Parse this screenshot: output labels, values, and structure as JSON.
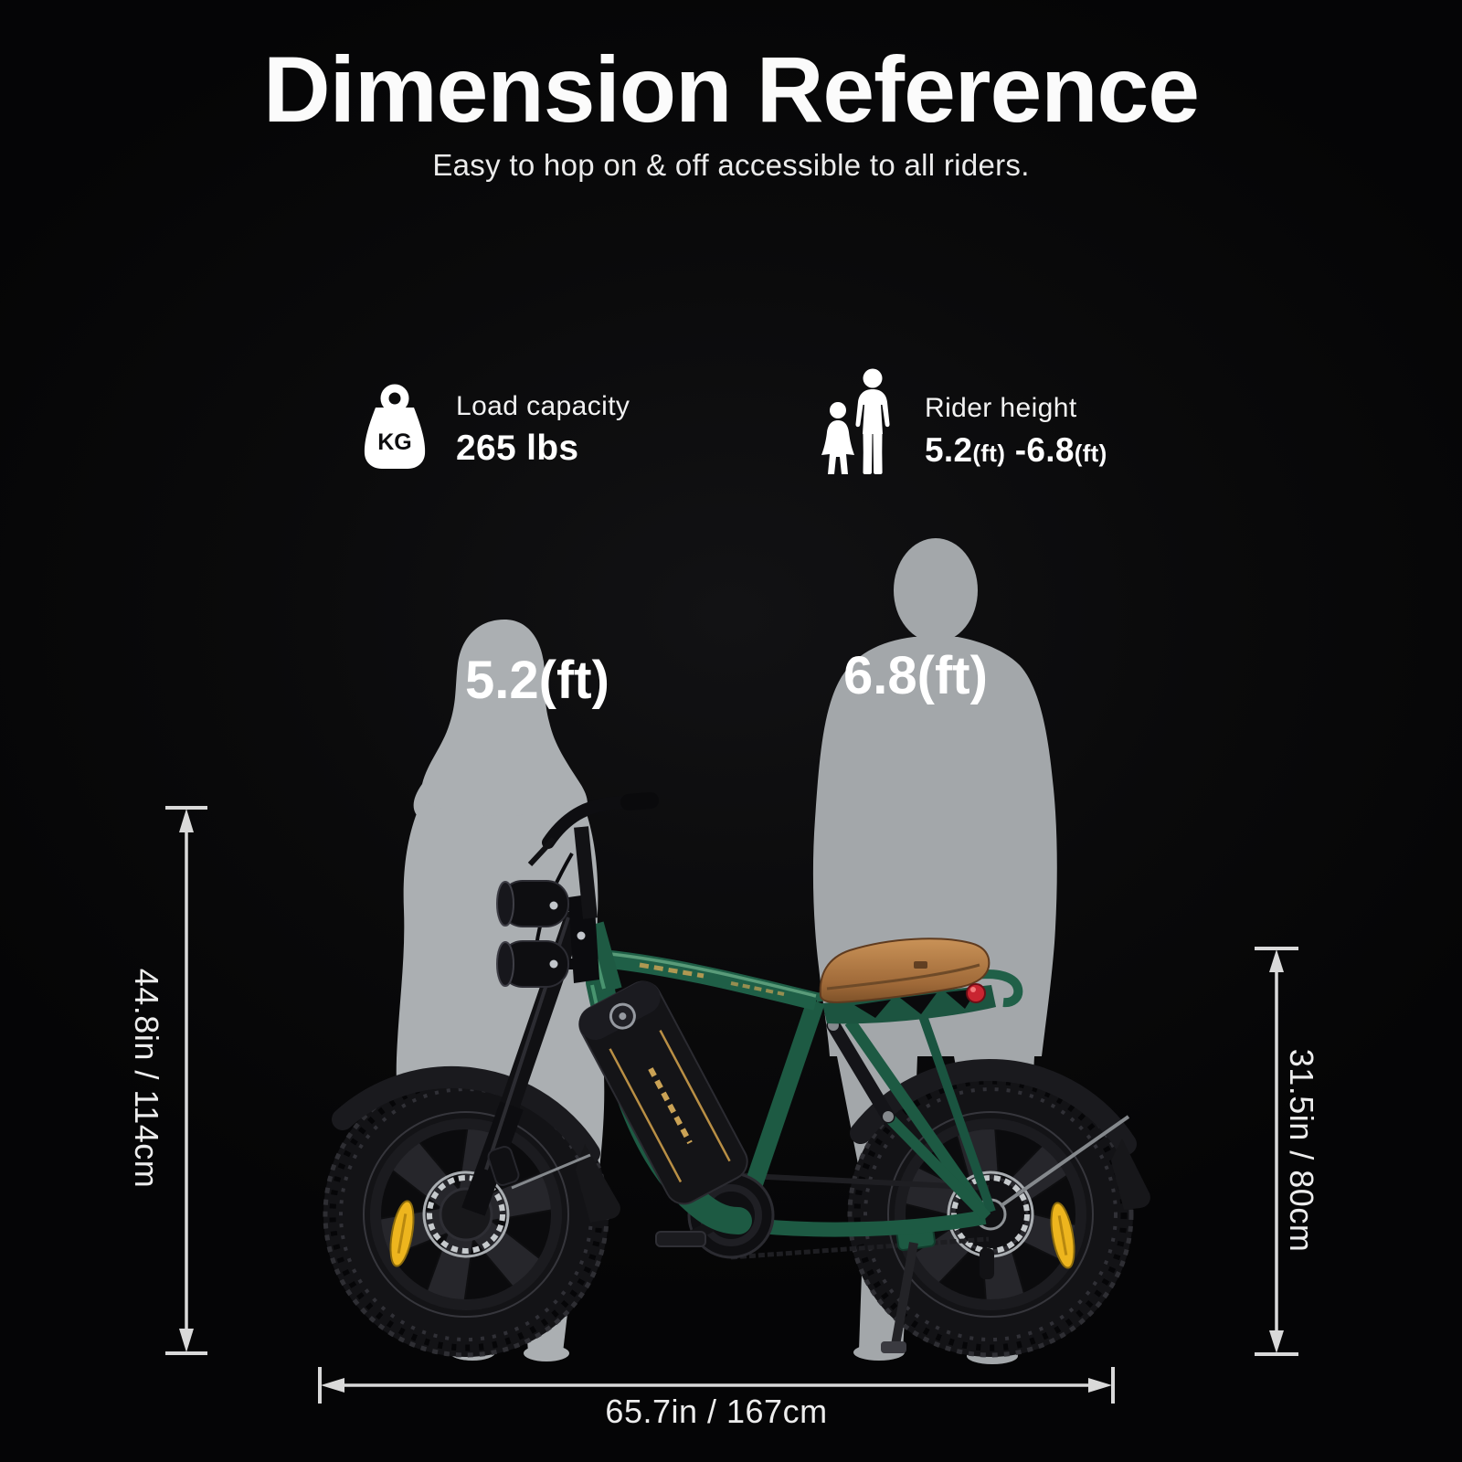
{
  "header": {
    "title": "Dimension Reference",
    "subtitle": "Easy to hop on & off accessible to all riders."
  },
  "specs": {
    "load_capacity": {
      "icon": "kg-weight-icon",
      "icon_text": "KG",
      "label": "Load capacity",
      "value": "265 lbs"
    },
    "rider_height": {
      "icon": "riders-icon",
      "label": "Rider height",
      "num1": "5.2",
      "unit1": "(ft)",
      "sep": " -",
      "num2": "6.8",
      "unit2": "(ft)"
    }
  },
  "figure": {
    "female_label": "5.2(ft)",
    "male_label": "6.8(ft)",
    "dimensions": {
      "overall_height": "44.8in / 114cm",
      "seat_height": "31.5in / 80cm",
      "overall_length": "65.7in / 167cm"
    }
  },
  "colors": {
    "background": "#070708",
    "text": "#ffffff",
    "female_silhouette": "#abafb2",
    "male_silhouette": "#a3a7aa",
    "frame_green": "#1d5a43",
    "frame_highlight": "#57a07c",
    "saddle_brown": "#b5804d",
    "battery_black": "#141417",
    "gold_accent": "#c9a254",
    "reflector_yellow": "#edb51e",
    "tail_light_red": "#c92531",
    "dimension_line": "#d9d9d9"
  }
}
